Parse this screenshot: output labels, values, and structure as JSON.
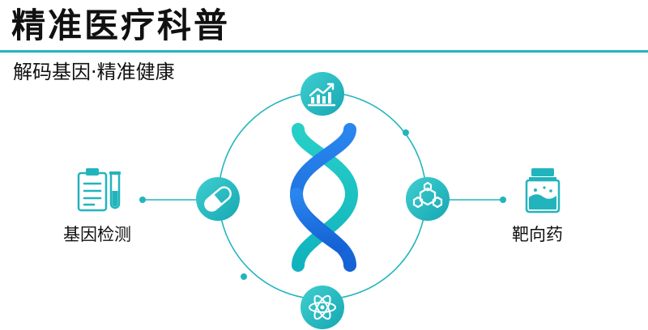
{
  "header": {
    "title": "精准医疗科普",
    "subtitle": "解码基因·精准健康"
  },
  "diagram": {
    "left_label": "基因检测",
    "right_label": "靶向药",
    "node_icons": [
      "growth-chart-icon",
      "capsule-icon",
      "molecule-icon",
      "atom-icon"
    ],
    "center_icon": "dna-icon",
    "left_icon": "clipboard-test-tube-icon",
    "right_icon": "medicine-bottle-icon"
  },
  "colors": {
    "accent": "#22b4bd",
    "accent_light": "#5ecfd3",
    "dna_blue": "#1a73e8",
    "dna_teal": "#1fc3c3",
    "text": "#111111"
  }
}
